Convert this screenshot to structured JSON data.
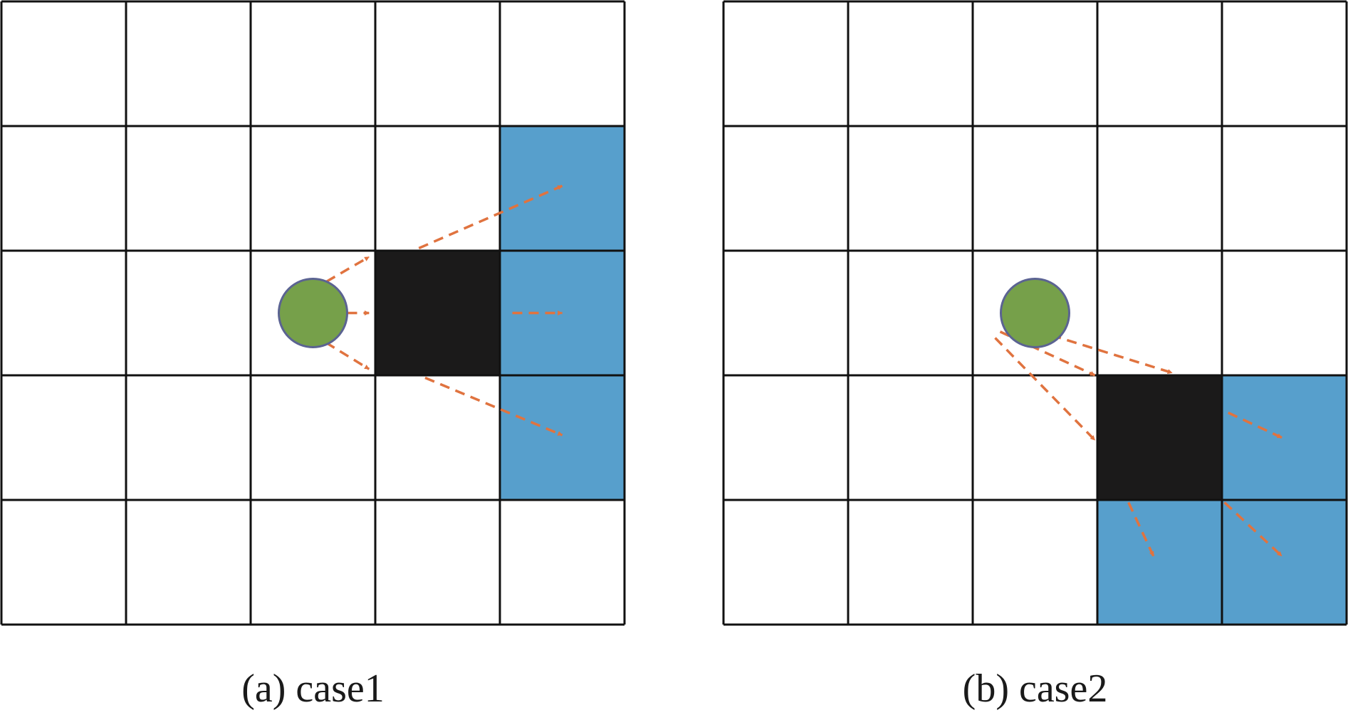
{
  "colors": {
    "grid_line": "#111111",
    "empty_cell": "#ffffff",
    "obstacle": "#1b1a1a",
    "shadow_cell": "#579fcc",
    "agent_fill": "#76a04a",
    "agent_stroke": "#5b6392",
    "ray": "#e0733f"
  },
  "panels": [
    {
      "id": "case1",
      "caption": "(a) case1",
      "grid_size": 5,
      "agent": {
        "row": 2,
        "col": 2
      },
      "obstacles": [
        {
          "row": 2,
          "col": 3
        }
      ],
      "shadow_cells": [
        {
          "row": 1,
          "col": 4
        },
        {
          "row": 2,
          "col": 4
        },
        {
          "row": 3,
          "col": 4
        }
      ]
    },
    {
      "id": "case2",
      "caption": "(b) case2",
      "grid_size": 5,
      "agent": {
        "row": 2,
        "col": 2
      },
      "obstacles": [
        {
          "row": 3,
          "col": 3
        }
      ],
      "shadow_cells": [
        {
          "row": 3,
          "col": 4
        },
        {
          "row": 4,
          "col": 3
        },
        {
          "row": 4,
          "col": 4
        }
      ]
    }
  ]
}
